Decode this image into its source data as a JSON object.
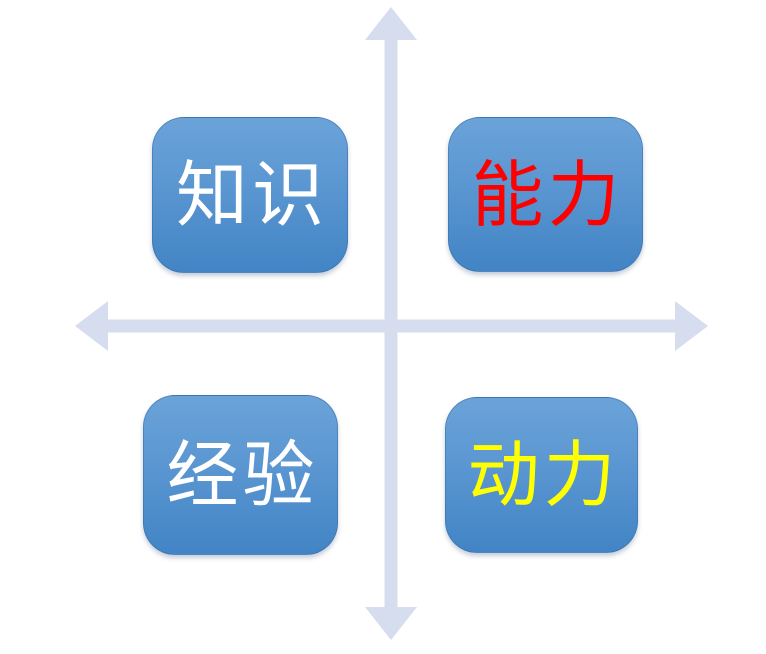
{
  "diagram": {
    "type": "quadrant-matrix",
    "quadrants": [
      {
        "position": "top-left",
        "label": "知识",
        "text_color": "#FFFFFF"
      },
      {
        "position": "top-right",
        "label": "能力",
        "text_color": "#FF0000"
      },
      {
        "position": "bottom-left",
        "label": "经验",
        "text_color": "#FFFFFF"
      },
      {
        "position": "bottom-right",
        "label": "动力",
        "text_color": "#FFFF00"
      }
    ],
    "colors": {
      "box_gradient_top": "#6BA3D9",
      "box_gradient_bottom": "#4284C5",
      "axis": "#D6DDEE",
      "background": "#FFFFFF"
    }
  }
}
